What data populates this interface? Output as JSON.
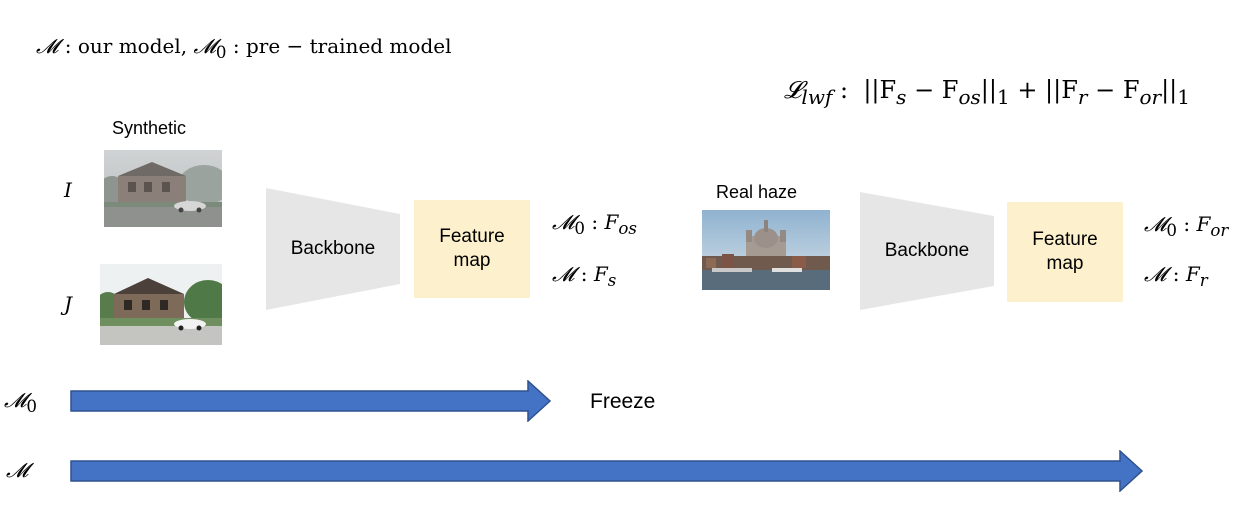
{
  "legend": {
    "model_symbol": "𝓜",
    "model_desc": "our model,",
    "pretrained_symbol": "𝓜",
    "pretrained_sub": "0",
    "pretrained_desc": "pre − trained model",
    "colon": ":"
  },
  "loss": {
    "symbol": "𝓛",
    "sub": "lwf",
    "colon": ":",
    "formula_part1": "||F",
    "s_sub": "s",
    "minus1": " − F",
    "os_sub": "os",
    "norm1": "||",
    "one1": "1",
    "plus": " + ||F",
    "r_sub": "r",
    "minus2": " − F",
    "or_sub": "or",
    "norm2": "||",
    "one2": "1"
  },
  "left_panel": {
    "title": "Synthetic",
    "input_I": "I",
    "input_J": "J",
    "backbone": "Backbone",
    "feature_line1": "Feature",
    "feature_line2": "map",
    "out_m0_sym": "𝓜",
    "out_m0_sub": "0",
    "out_m0_F": "F",
    "out_m0_Fsub": "os",
    "out_m_sym": "𝓜",
    "out_m_F": "F",
    "out_m_Fsub": "s"
  },
  "right_panel": {
    "title": "Real haze",
    "backbone": "Backbone",
    "feature_line1": "Feature",
    "feature_line2": "map",
    "out_m0_sym": "𝓜",
    "out_m0_sub": "0",
    "out_m0_F": "F",
    "out_m0_Fsub": "or",
    "out_m_sym": "𝓜",
    "out_m_F": "F",
    "out_m_Fsub": "r"
  },
  "arrows": {
    "m0_sym": "𝓜",
    "m0_sub": "0",
    "m_sym": "𝓜",
    "freeze": "Freeze"
  },
  "colors": {
    "arrow_fill": "#4472c4",
    "arrow_stroke": "#2f528f",
    "backbone_fill": "#e6e6e6",
    "feature_fill": "#fdf0cd"
  }
}
